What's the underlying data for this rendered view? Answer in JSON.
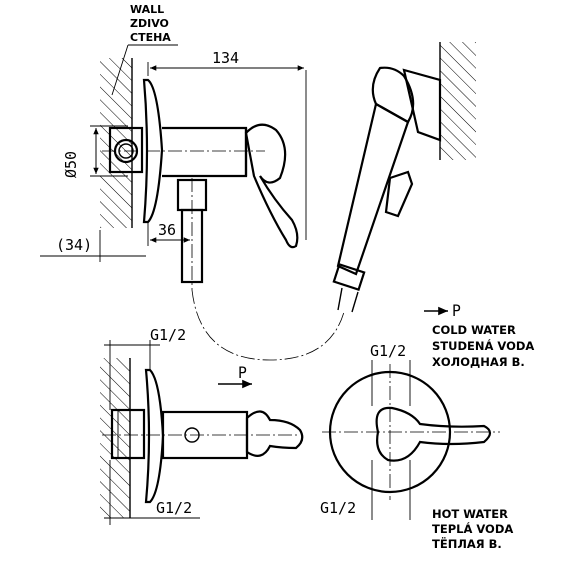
{
  "wall_label": {
    "line1": "WALL",
    "line2": "ZDIVO",
    "line3": "СТЕНА"
  },
  "dimensions": {
    "total_length": "134",
    "diameter": "Ø50",
    "offset_36": "36",
    "offset_34": "(34)",
    "thread_top_left": "G1/2",
    "thread_bottom_left": "G1/2",
    "thread_top_right": "G1/2",
    "thread_bottom_right": "G1/2"
  },
  "flow_marks": {
    "p_top": "P",
    "p_side": "P"
  },
  "cold_water": {
    "en": "COLD WATER",
    "cz": "STUDENÁ VODA",
    "ru": "ХОЛОДНАЯ В."
  },
  "hot_water": {
    "en": "HOT WATER",
    "cz": "TEPLÁ VODA",
    "ru": "ТЁПЛАЯ В."
  }
}
